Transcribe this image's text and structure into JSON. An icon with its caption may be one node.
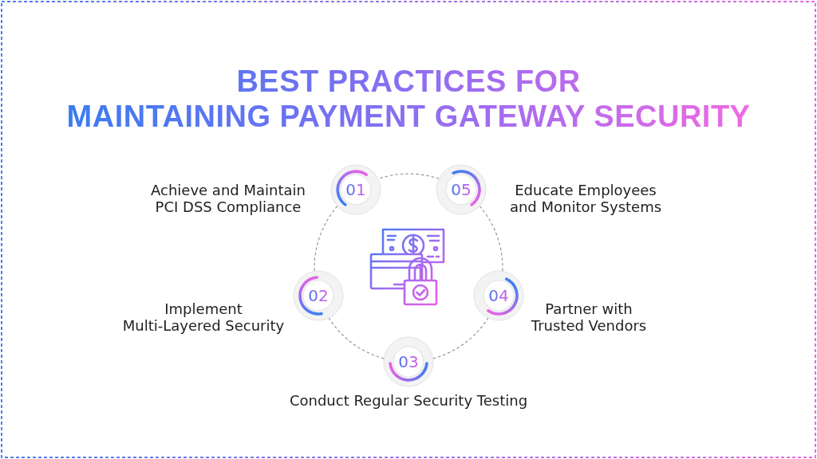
{
  "diagram": {
    "title": "BEST PRACTICES FOR MAINTAINING PAYMENT GATEWAY SECURITY",
    "nodes": [
      {
        "text": [
          "01"
        ],
        "beside": [
          "Achieve and Maintain PCI DSS Compliance"
        ]
      },
      {
        "text": [
          "02"
        ],
        "beside": [
          "Implement Multi-Layered Security"
        ]
      },
      {
        "text": [
          "03"
        ],
        "beside": [
          "Conduct Regular Security Testing"
        ]
      },
      {
        "text": [
          "04"
        ],
        "beside": [
          "Partner with Trusted Vendors"
        ]
      },
      {
        "text": [
          "05"
        ],
        "beside": [
          "Educate Employees and Monitor Systems"
        ]
      }
    ],
    "edges": [
      {
        "from": 0,
        "to": 1,
        "arrow": "none",
        "style": "dashed"
      },
      {
        "from": 1,
        "to": 2,
        "arrow": "none",
        "style": "dashed"
      },
      {
        "from": 2,
        "to": 3,
        "arrow": "none",
        "style": "dashed"
      },
      {
        "from": 3,
        "to": 4,
        "arrow": "none",
        "style": "dashed"
      },
      {
        "from": 4,
        "to": 0,
        "arrow": "none",
        "style": "dashed"
      }
    ]
  }
}
